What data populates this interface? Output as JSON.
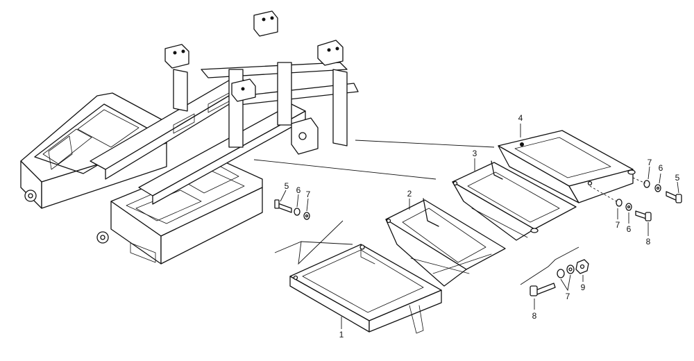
{
  "callouts": {
    "c1": "1",
    "c2": "2",
    "c3": "3",
    "c4": "4",
    "c5a": "5",
    "c6a": "6",
    "c7a": "7",
    "c5b": "5",
    "c6b": "6",
    "c7b": "7",
    "c7c": "7",
    "c6c": "6",
    "c8a": "8",
    "c8b": "8",
    "c7d": "7",
    "c9": "9"
  },
  "colors": {
    "line": "#111111",
    "background": "#ffffff"
  }
}
